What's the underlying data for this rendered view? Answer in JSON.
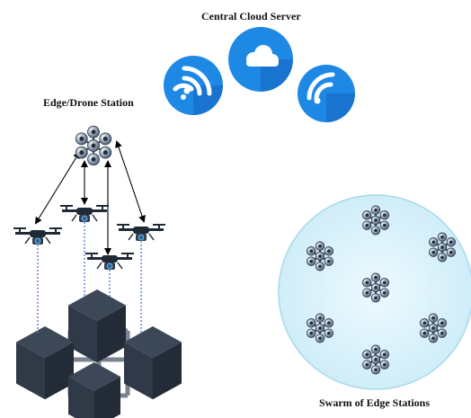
{
  "labels": {
    "cloud_server": "Central Cloud Server",
    "edge_station": "Edge/Drone Station",
    "swarm": "Swarm of Edge Stations"
  },
  "colors": {
    "icon_blue": "#1e88e5",
    "icon_blue_dark": "#0d47a1",
    "icon_blue_light": "#64b5f6",
    "cube_face": "#2f3947",
    "cube_top": "#3c4758",
    "cube_side": "#232b36",
    "swarm_fill": "#d9f1fb",
    "swarm_edge": "#a9d8ea",
    "dotted_line": "#5b7fd6",
    "arrow": "#000000",
    "drone_body": "#1f2a36",
    "camera": "#1f6aa5"
  },
  "icons": {
    "left": "wifi-icon",
    "center": "cloud-icon",
    "right": "wifi-icon"
  }
}
